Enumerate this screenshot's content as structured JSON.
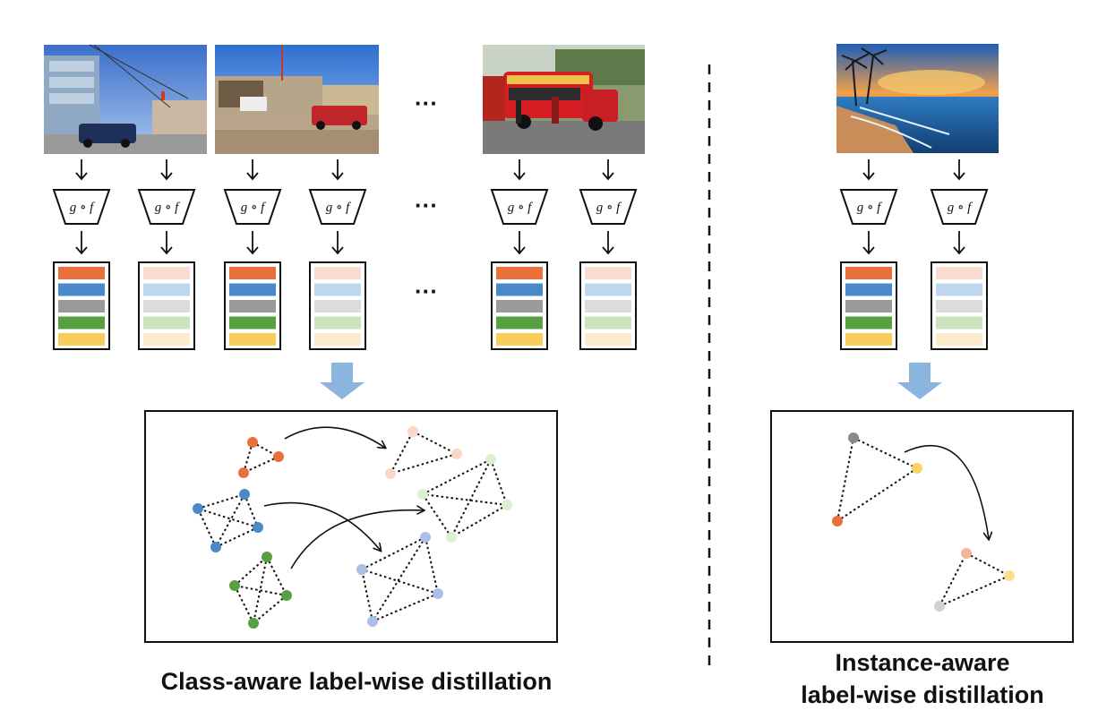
{
  "operator_label": "g ∘ f",
  "ellipsis": "···",
  "captions": {
    "class_aware": "Class-aware label-wise distillation",
    "instance_aware_line1": "Instance-aware",
    "instance_aware_line2": "label-wise distillation"
  },
  "colors": {
    "bars_full": [
      "#E8703A",
      "#4A89C8",
      "#9A9A9A",
      "#56A042",
      "#F7CE5B"
    ],
    "bars_faded": [
      "#FBDCD0",
      "#BFD7EE",
      "#DCDCDC",
      "#CBE3BF",
      "#FCEACB"
    ],
    "down_arrow": "#8BB4DE",
    "graph_orange": "#E8703A",
    "graph_orange_faded": "#FAD6C6",
    "graph_blue": "#4A89C8",
    "graph_blue_faded": "#A9BFE6",
    "graph_green": "#56A042",
    "graph_green_faded": "#DCEFD2",
    "instance_gray": "#8A8A8A",
    "instance_yellow": "#FBD55B",
    "instance_peach": "#F2B49A",
    "instance_lightyellow": "#FADF8A",
    "instance_lightgray": "#D0D0D0"
  },
  "images": [
    "street-scene",
    "town-street-with-truck",
    "red-bus",
    "sunset-beach"
  ],
  "icons": [
    "down-arrow-icon",
    "encoder-trapezoid-icon",
    "big-down-arrow-icon",
    "curved-arrow-icon"
  ]
}
